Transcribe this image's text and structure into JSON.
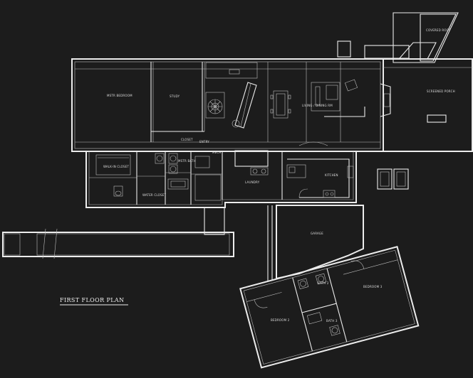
{
  "drawing": {
    "title": "FIRST FLOOR PLAN"
  },
  "rooms": {
    "master_bedroom": "MSTR BEDROOM",
    "study": "STUDY",
    "closet": "CLOSET",
    "master_bath": "MSTR BATH",
    "walk_in_closet": "WALK-IN CLOSET",
    "water_closet": "WATER CLOSET",
    "laundry": "LAUNDRY",
    "kitchen": "KITCHEN",
    "living_dining": "LIVING / DINING RM",
    "screened_porch": "SCREENED PORCH",
    "covered_roof": "COVERED ROOF",
    "garage": "GARAGE",
    "bath_2": "BATH 2",
    "bath_3": "BATH 3",
    "bedroom_2": "BEDROOM 2",
    "bedroom_3": "BEDROOM 3",
    "entry": "ENTRY",
    "mechanical": "MECH"
  },
  "colors": {
    "background": "#1c1c1c",
    "linework": "#ececec"
  }
}
